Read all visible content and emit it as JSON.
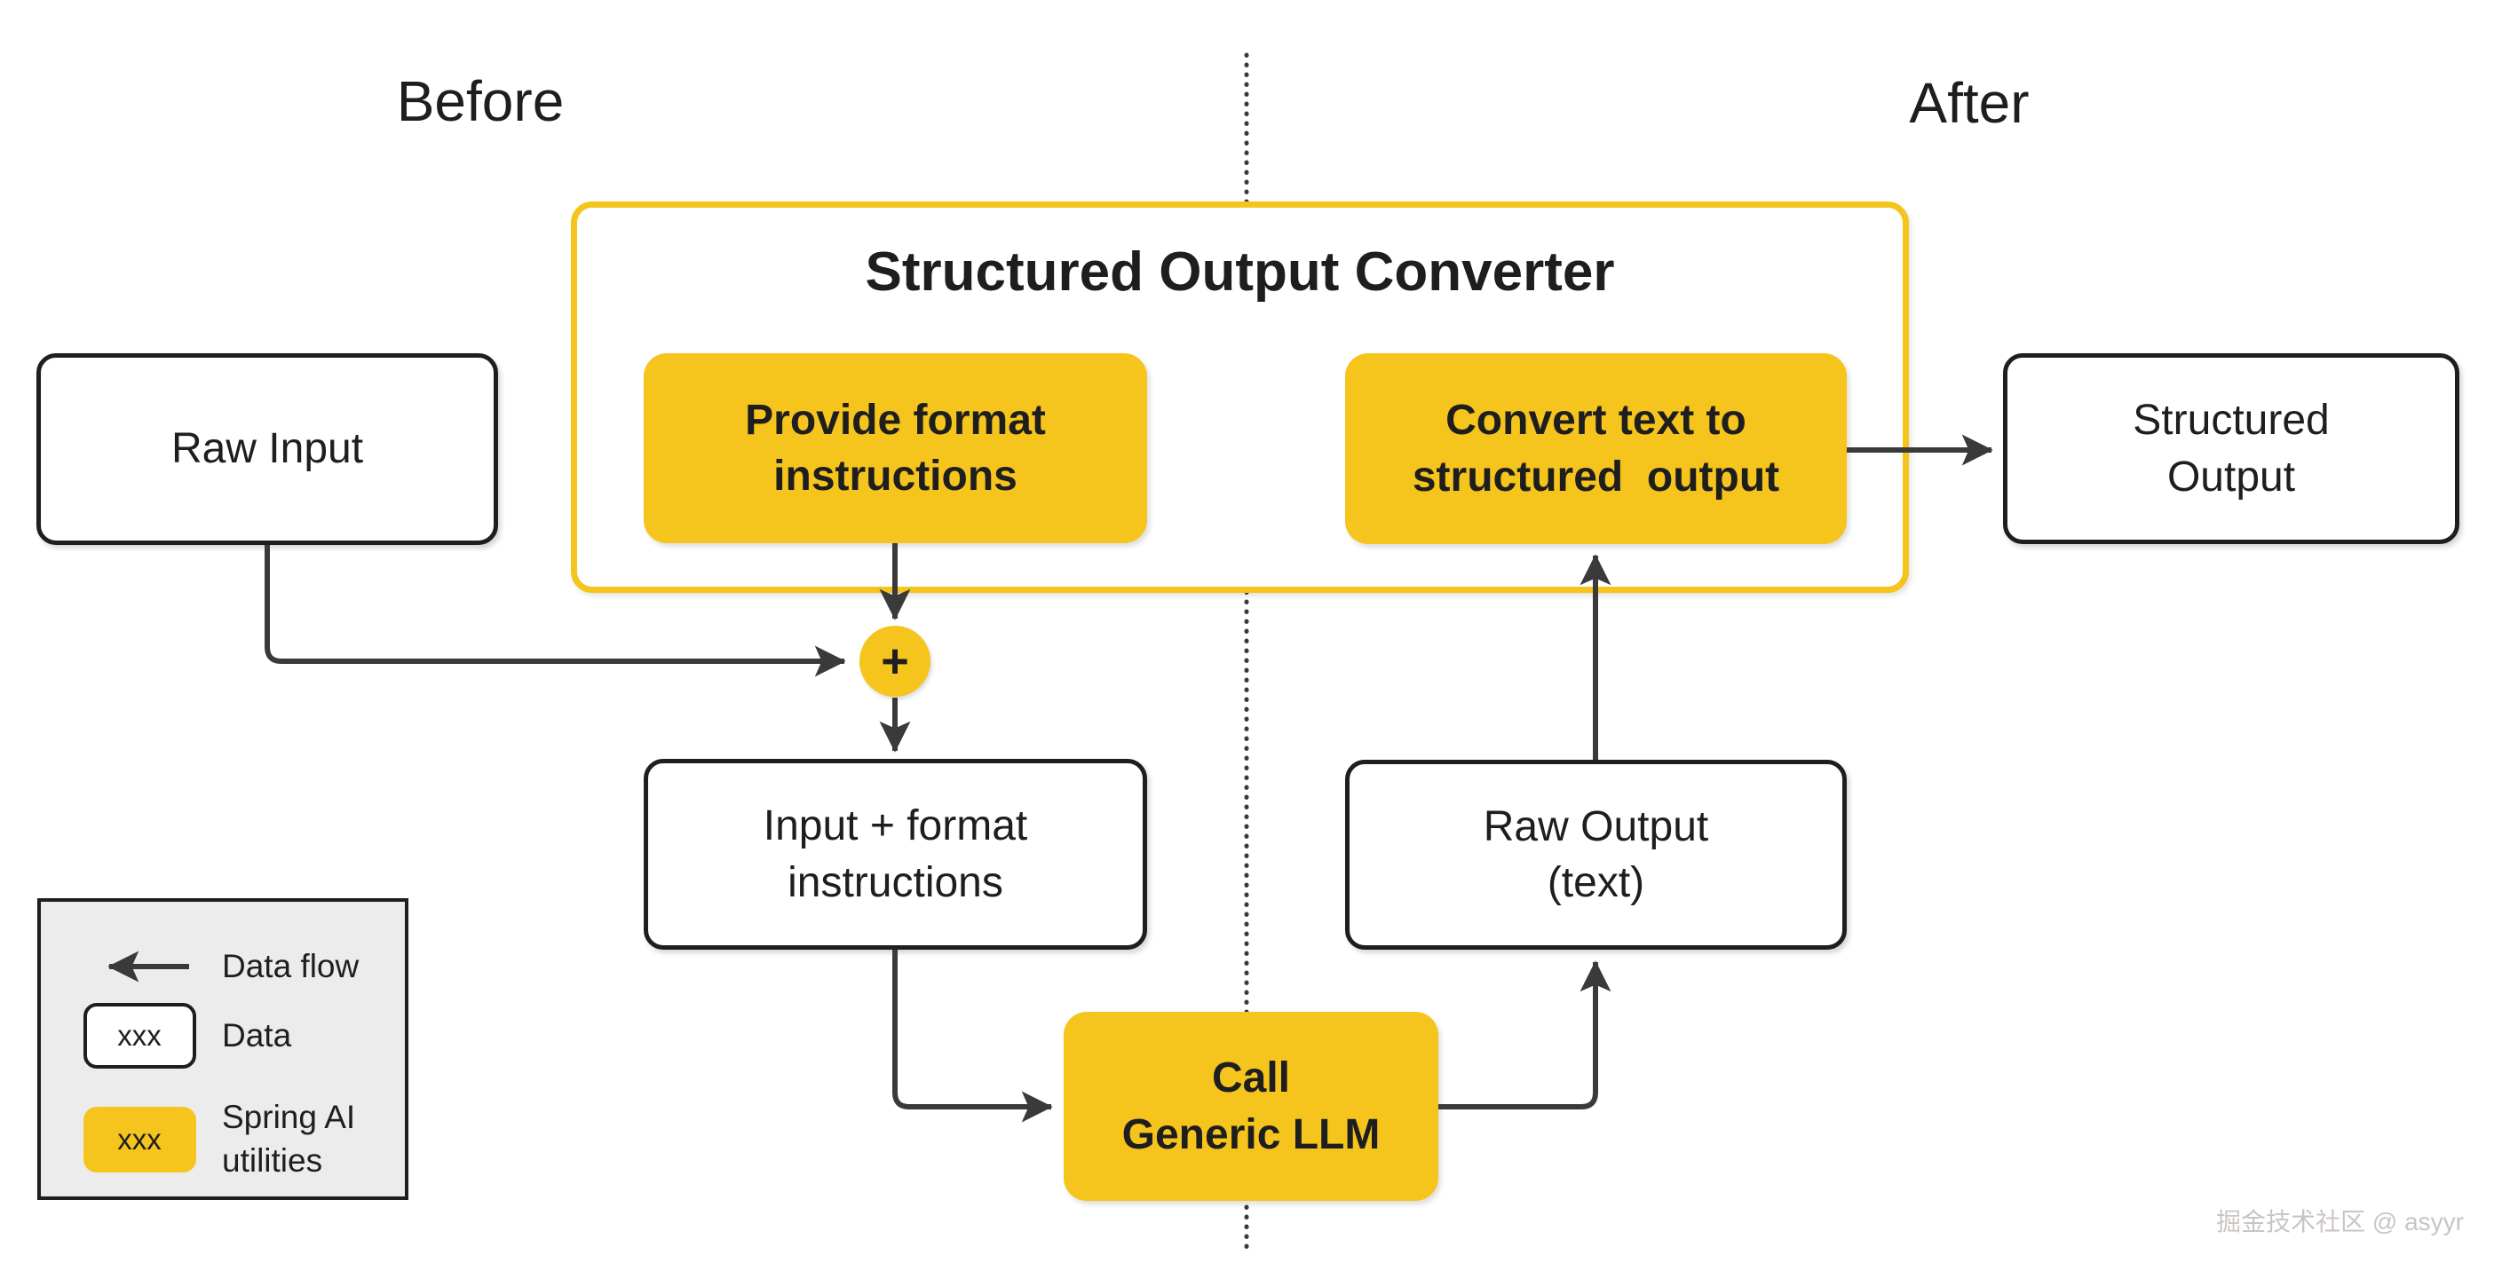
{
  "colors": {
    "canvas_bg": "#ffffff",
    "yellow": "#F5C41D",
    "ink": "#1E1E1E",
    "line": "#3A3A3A",
    "legend_bg": "#ECECEC",
    "watermark": "#C9C5C2"
  },
  "headers": {
    "before": "Before",
    "after": "After"
  },
  "converter": {
    "title": "Structured Output Converter"
  },
  "nodes": {
    "raw_input": {
      "label": "Raw Input"
    },
    "provide_format": {
      "label": "Provide format\ninstructions"
    },
    "convert_text": {
      "label": "Convert text to\nstructured  output"
    },
    "structured_output": {
      "label": "Structured\nOutput"
    },
    "plus_junction": {
      "label": "+"
    },
    "input_format": {
      "label": "Input + format\ninstructions"
    },
    "raw_output": {
      "label": "Raw Output\n(text)"
    },
    "call_llm": {
      "label": "Call\nGeneric LLM"
    }
  },
  "legend": {
    "rows": [
      {
        "label": "Data flow"
      },
      {
        "chip": "xxx",
        "label": "Data"
      },
      {
        "chip": "xxx",
        "label": "Spring AI\nutilities"
      }
    ]
  },
  "watermark": {
    "text": "掘金技术社区 @ asyyr"
  }
}
